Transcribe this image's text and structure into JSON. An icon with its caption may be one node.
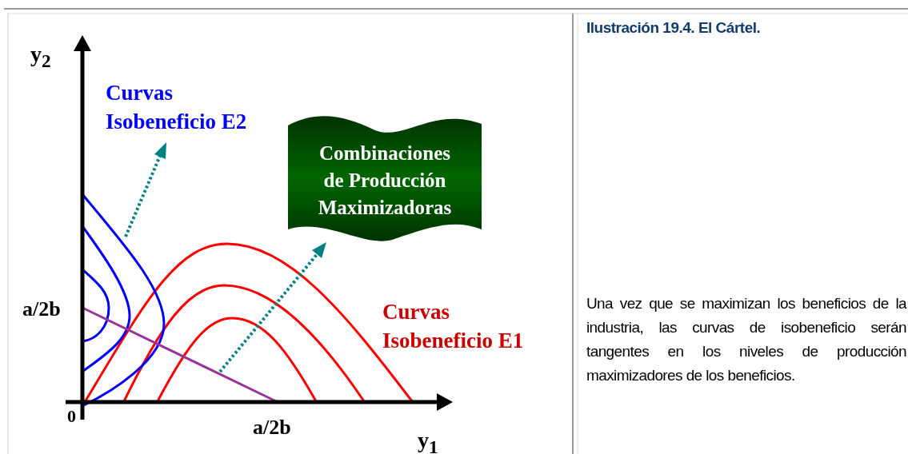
{
  "diagram": {
    "title": "Ilustración 19.4. El Cártel.",
    "caption": "Una vez que se maximizan los beneficios de la industria, las curvas de isobeneficio serán tangentes en los niveles de producción maximizadores de los beneficios.",
    "nodes": [
      {
        "text": [
          "Combinaciones de Producción Maximizadoras"
        ]
      }
    ],
    "labels": [
      "y$_{2}$",
      "Curvas Isobeneficio E2",
      "a/2b",
      "Curvas Isobeneficio E1",
      "0",
      "a/2b",
      "y$_{1}$"
    ]
  }
}
